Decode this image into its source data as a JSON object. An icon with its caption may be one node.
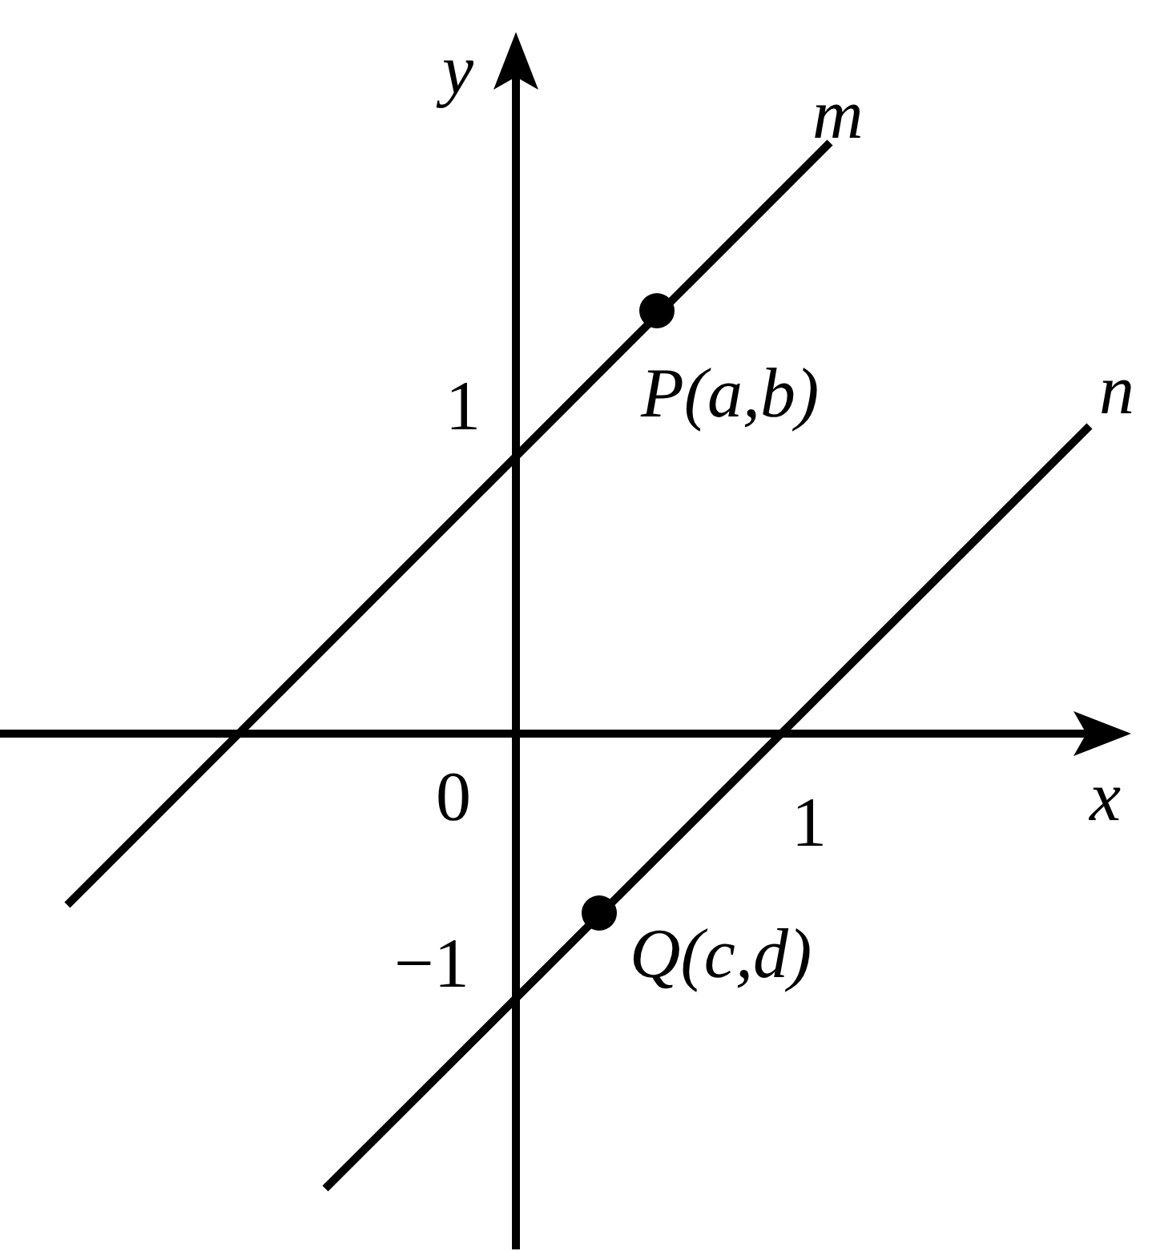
{
  "diagram": {
    "labels": [
      "y",
      "m",
      "1",
      "P(a,b)",
      "n",
      "0",
      "1",
      "x",
      "−1",
      "Q(c,d)"
    ]
  }
}
